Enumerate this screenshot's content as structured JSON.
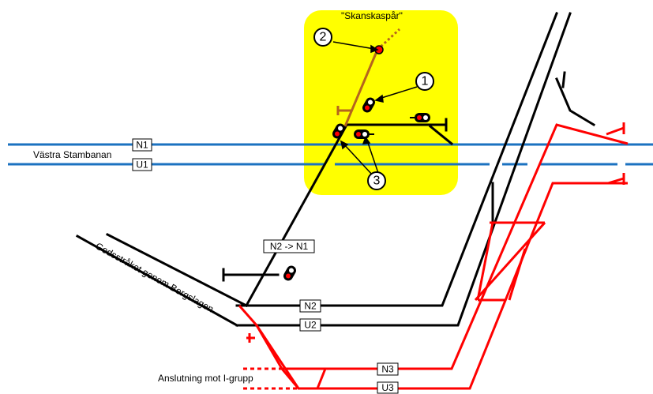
{
  "labels": {
    "area_title": "\"Skanskaspår\"",
    "main_line": "Västra Stambanan",
    "freight_line": "Godsstråket genom Bergslagen",
    "connection": "Anslutning mot I-grupp"
  },
  "tracks": {
    "n1": "N1",
    "u1": "U1",
    "n2_to_n1": "N2 -> N1",
    "n2": "N2",
    "u2": "U2",
    "n3": "N3",
    "u3": "U3"
  },
  "callouts": {
    "c1": "1",
    "c2": "2",
    "c3": "3"
  },
  "colors": {
    "highlight": "#ffff00",
    "mainline": "#1b72c0",
    "existing": "#000000",
    "new_track": "#ff0000",
    "skanska_track": "#b5651d"
  }
}
